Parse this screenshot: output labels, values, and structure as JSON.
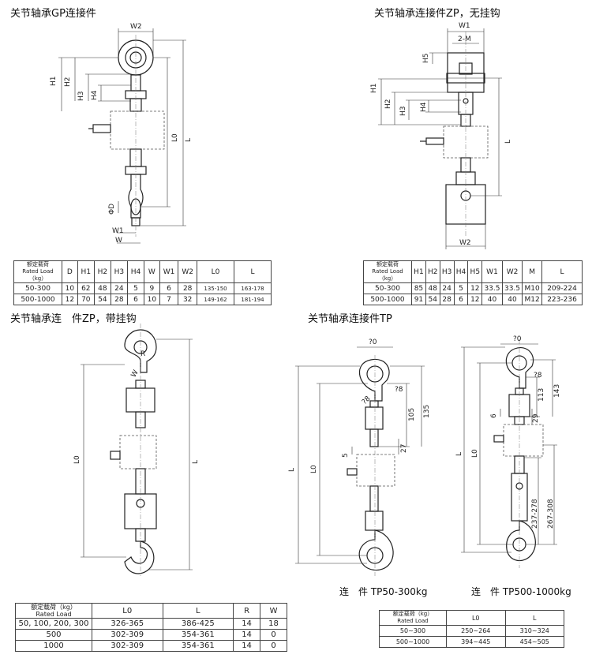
{
  "titles": {
    "gp": "关节轴承GP连接件",
    "zp_no_hook": "关节轴承连接件ZP，无挂钩",
    "zp_hook": "关节轴承连　件ZP，带挂钩",
    "tp": "关节轴承连接件TP"
  },
  "captions": {
    "tp_small": "连　件 TP50-300kg",
    "tp_large": "连　件 TP500-1000kg"
  },
  "dims": {
    "W2": "W2",
    "W1": "W1",
    "W": "W",
    "H1": "H1",
    "H2": "H2",
    "H3": "H3",
    "H4": "H4",
    "H5": "H5",
    "L0": "L0",
    "L": "L",
    "phiD": "ΦD",
    "twoM": "2-M",
    "R": "R",
    "phi20": "?0",
    "phi8": "?8",
    "d105": "105",
    "d135": "135",
    "d27": "27",
    "d5": "5",
    "d113": "113",
    "d143": "143",
    "d6": "6",
    "d29": "29",
    "r237": "237-278",
    "r267": "267-308"
  },
  "table_gp": {
    "header_cn": "额定载荷",
    "header_en": "Rated Load（kg）",
    "columns": [
      "D",
      "H1",
      "H2",
      "H3",
      "H4",
      "W",
      "W1",
      "W2",
      "L0",
      "L"
    ],
    "rows": [
      [
        "50-300",
        "10",
        "62",
        "48",
        "24",
        "5",
        "9",
        "6",
        "28",
        "135-150",
        "163-178"
      ],
      [
        "500-1000",
        "12",
        "70",
        "54",
        "28",
        "6",
        "10",
        "7",
        "32",
        "149-162",
        "181-194"
      ]
    ]
  },
  "table_zp": {
    "header_cn": "额定载荷",
    "header_en": "Rated Load（kg）",
    "columns": [
      "H1",
      "H2",
      "H3",
      "H4",
      "H5",
      "W1",
      "W2",
      "M",
      "L"
    ],
    "rows": [
      [
        "50-300",
        "85",
        "48",
        "24",
        "5",
        "12",
        "33.5",
        "33.5",
        "M10",
        "209-224"
      ],
      [
        "500-1000",
        "91",
        "54",
        "28",
        "6",
        "12",
        "40",
        "40",
        "M12",
        "223-236"
      ]
    ]
  },
  "table_zp_hook": {
    "header_cn": "额定载荷（kg）",
    "header_en": "Rated Load",
    "columns": [
      "L0",
      "L",
      "R",
      "W"
    ],
    "rows": [
      [
        "50, 100, 200, 300",
        "326-365",
        "386-425",
        "14",
        "18"
      ],
      [
        "500",
        "302-309",
        "354-361",
        "14",
        "0"
      ],
      [
        "1000",
        "302-309",
        "354-361",
        "14",
        "0"
      ]
    ]
  },
  "table_tp": {
    "header_cn": "额定载荷（kg）",
    "header_en": "Rated Load",
    "columns": [
      "L0",
      "L"
    ],
    "rows": [
      [
        "50~300",
        "250~264",
        "310~324"
      ],
      [
        "500~1000",
        "394~445",
        "454~505"
      ]
    ]
  }
}
